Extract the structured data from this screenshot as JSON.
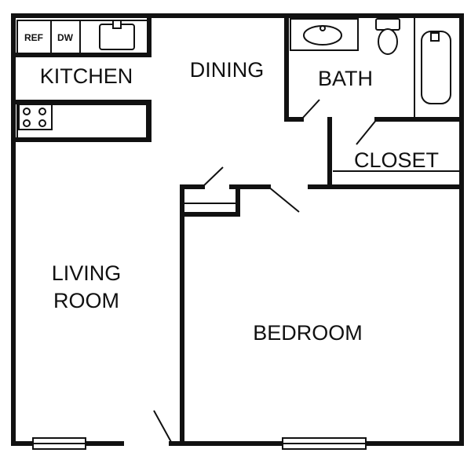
{
  "rooms": {
    "kitchen": "KITCHEN",
    "dining": "DINING",
    "bath": "BATH",
    "closet": "CLOSET",
    "living_line1": "LIVING",
    "living_line2": "ROOM",
    "bedroom": "BEDROOM"
  },
  "appliances": {
    "refrigerator": "REF",
    "dishwasher": "DW"
  },
  "icons": [
    "kitchen-sink-icon",
    "stove-icon",
    "bathroom-sink-icon",
    "toilet-icon",
    "bathtub-icon",
    "window-icon",
    "door-swing-icon"
  ]
}
